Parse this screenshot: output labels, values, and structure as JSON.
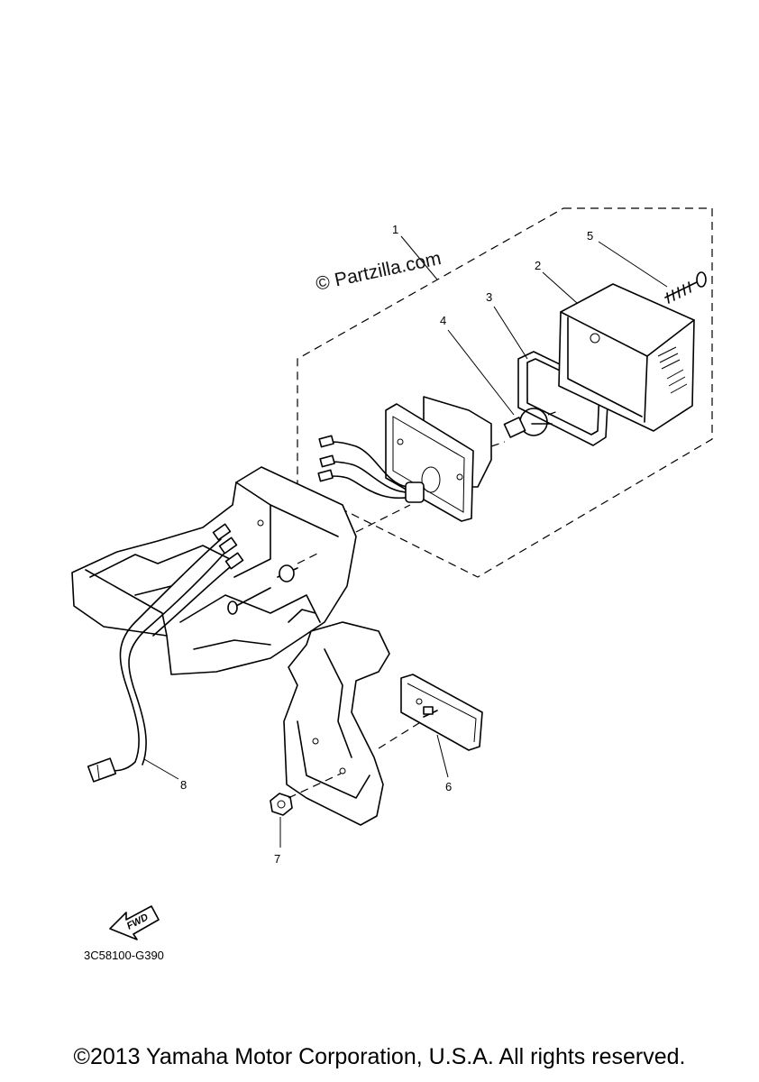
{
  "watermark": "© Partzilla.com",
  "callouts": {
    "c1": "1",
    "c2": "2",
    "c3": "3",
    "c4": "4",
    "c5": "5",
    "c6": "6",
    "c7": "7",
    "c8": "8"
  },
  "fwd_label": "FWD",
  "drawing_code": "3C58100-G390",
  "copyright": "©2013 Yamaha Motor Corporation, U.S.A. All rights reserved."
}
